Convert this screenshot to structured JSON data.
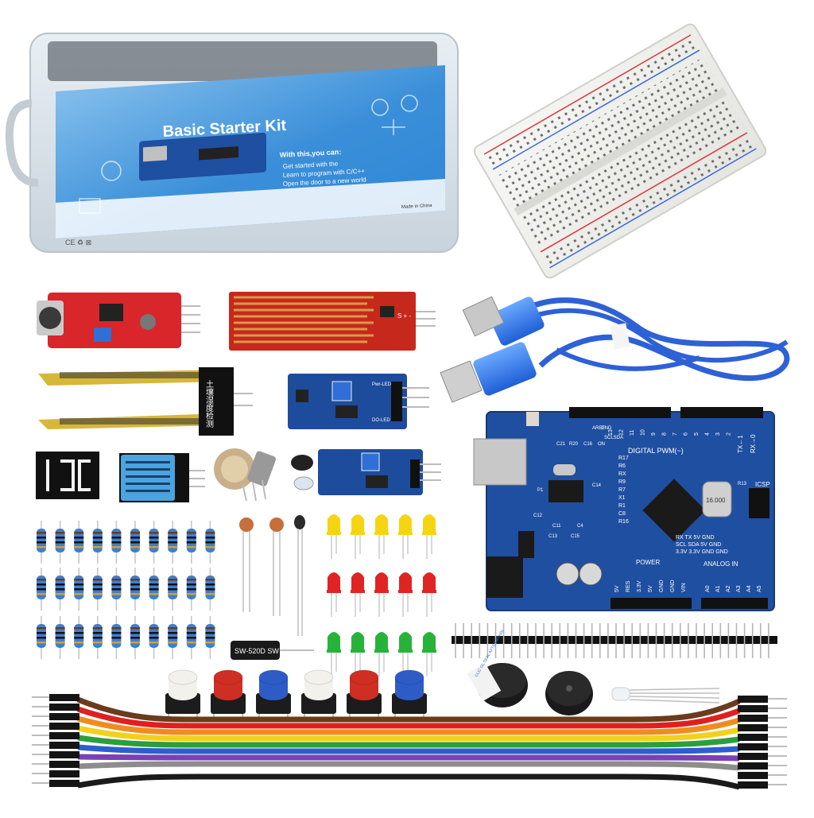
{
  "box": {
    "title": "Basic Starter Kit",
    "subtitle": "With this,you can:",
    "bullets": [
      "Get started with the",
      "Learn to program with C/C++",
      "Open the door to a new world"
    ],
    "made_in": "Made in China",
    "colors": {
      "banner": "#2f86d6",
      "banner_light": "#8fc6ef"
    }
  },
  "uno": {
    "digital_label": "DIGITAL PWM(~)",
    "power_label": "POWER",
    "analog_label": "ANALOG IN",
    "power_pins": [
      "5V",
      "RES",
      "3.3V",
      "5V",
      "GND",
      "GND",
      "VIN"
    ],
    "analog_pins": [
      "A0",
      "A1",
      "A2",
      "A3",
      "A4",
      "A5"
    ],
    "digital_pins": [
      "13",
      "12",
      "11",
      "10",
      "9",
      "8",
      "7",
      "6",
      "5",
      "4",
      "3",
      "2"
    ],
    "tx_label": "TX←1",
    "rx_label": "RX→0",
    "icsp_label": "ICSP",
    "rx_tx_row": "RX  TX  5V  GND",
    "scl_row": "SCL SDA  5V  GND",
    "v33_row": "3.3V 3.3V GND GND",
    "crystal_label": "16.000",
    "chip_labels": [
      "R17",
      "R6",
      "RX",
      "R9",
      "R7",
      "X1",
      "R1",
      "C8",
      "R16"
    ],
    "misc_labels": [
      "C21",
      "R20",
      "C16",
      "SCLSDA",
      "AREF",
      "GND",
      "C14",
      "P1",
      "C12",
      "C11",
      "C4",
      "C13",
      "C15",
      "R13",
      "ON"
    ],
    "colors": {
      "pcb": "#1f4fa0",
      "pcb_dark": "#163a78",
      "header": "#111111"
    }
  },
  "buzzer_text": "CLIC\nGL\nSEAL\nAFTER\nRSHIN",
  "capacitor_label": "SW-520D  SW",
  "module_labels": {
    "moisture": "土壤湿度检测",
    "ir_top": "Pwr-LED",
    "ir_bottom": "DO-LED",
    "water": "S + -"
  },
  "components": {
    "resistor_rows": 3,
    "resistors_per_row": 10,
    "buttons": [
      "white",
      "red",
      "blue",
      "white",
      "red",
      "blue"
    ],
    "led_rows": [
      "yellow",
      "red",
      "green"
    ],
    "leds_per_row": 5,
    "jumper_wire_colors": [
      "#6b3b1d",
      "#e02020",
      "#f08c1e",
      "#f2d11c",
      "#2c9e3b",
      "#2b5fd0",
      "#7b3fb8",
      "#8d8d8d",
      "#ffffff",
      "#1a1a1a"
    ]
  }
}
